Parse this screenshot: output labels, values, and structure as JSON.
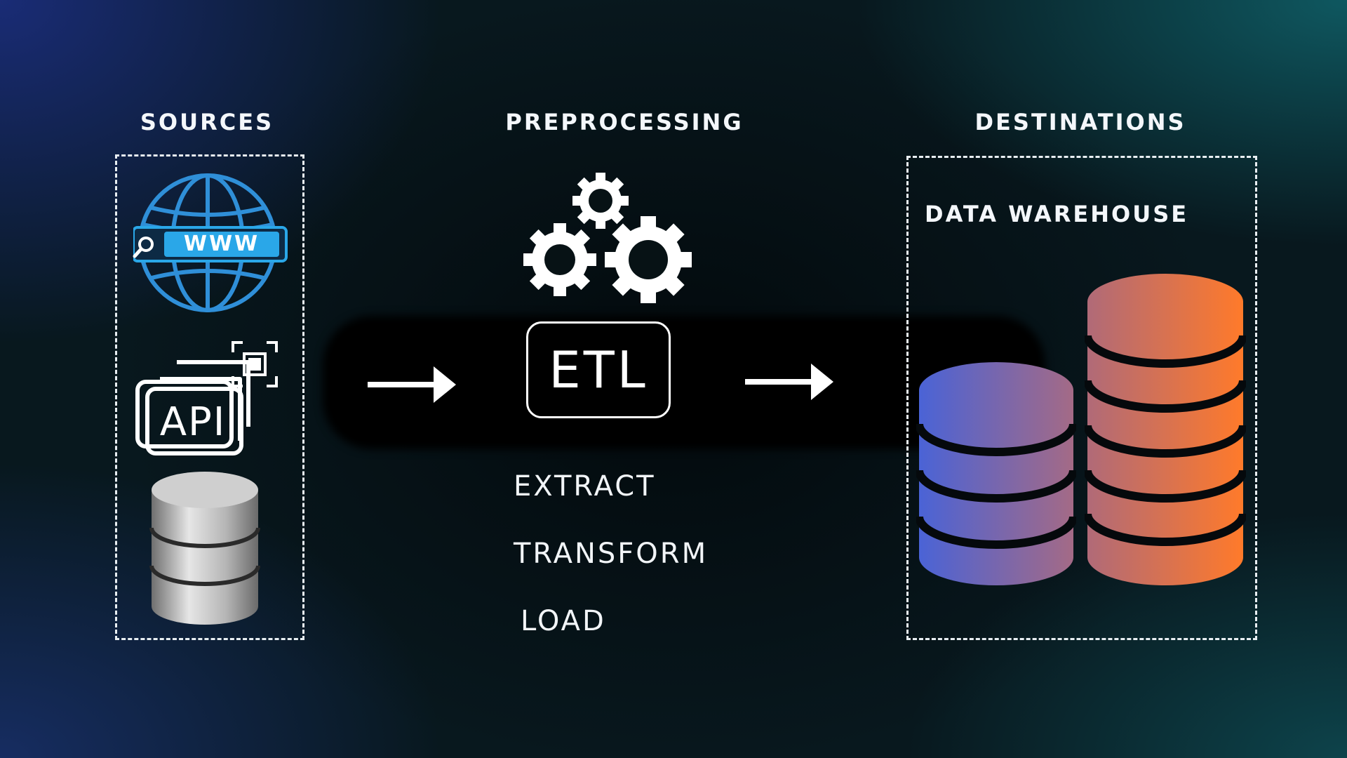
{
  "sections": {
    "sources": "SOURCES",
    "preprocessing": "PREPROCESSING",
    "destinations": "DESTINATIONS"
  },
  "sources_icons": {
    "web_badge": "WWW",
    "api_badge": "API",
    "icons": [
      "globe-icon",
      "search-icon",
      "api-icon",
      "qr-code-icon",
      "database-icon"
    ]
  },
  "etl": {
    "badge": "ETL",
    "steps": [
      "EXTRACT",
      "TRANSFORM",
      "LOAD"
    ]
  },
  "destination": {
    "label": "DATA WAREHOUSE"
  },
  "colors": {
    "globe": "#2f8fd8",
    "www_bar": "#2aa7e8",
    "db_blue": "#4a63d6",
    "db_orange": "#ff7a2a",
    "db_mid": "#a46a86",
    "db_grey": "#9a9a9a"
  }
}
